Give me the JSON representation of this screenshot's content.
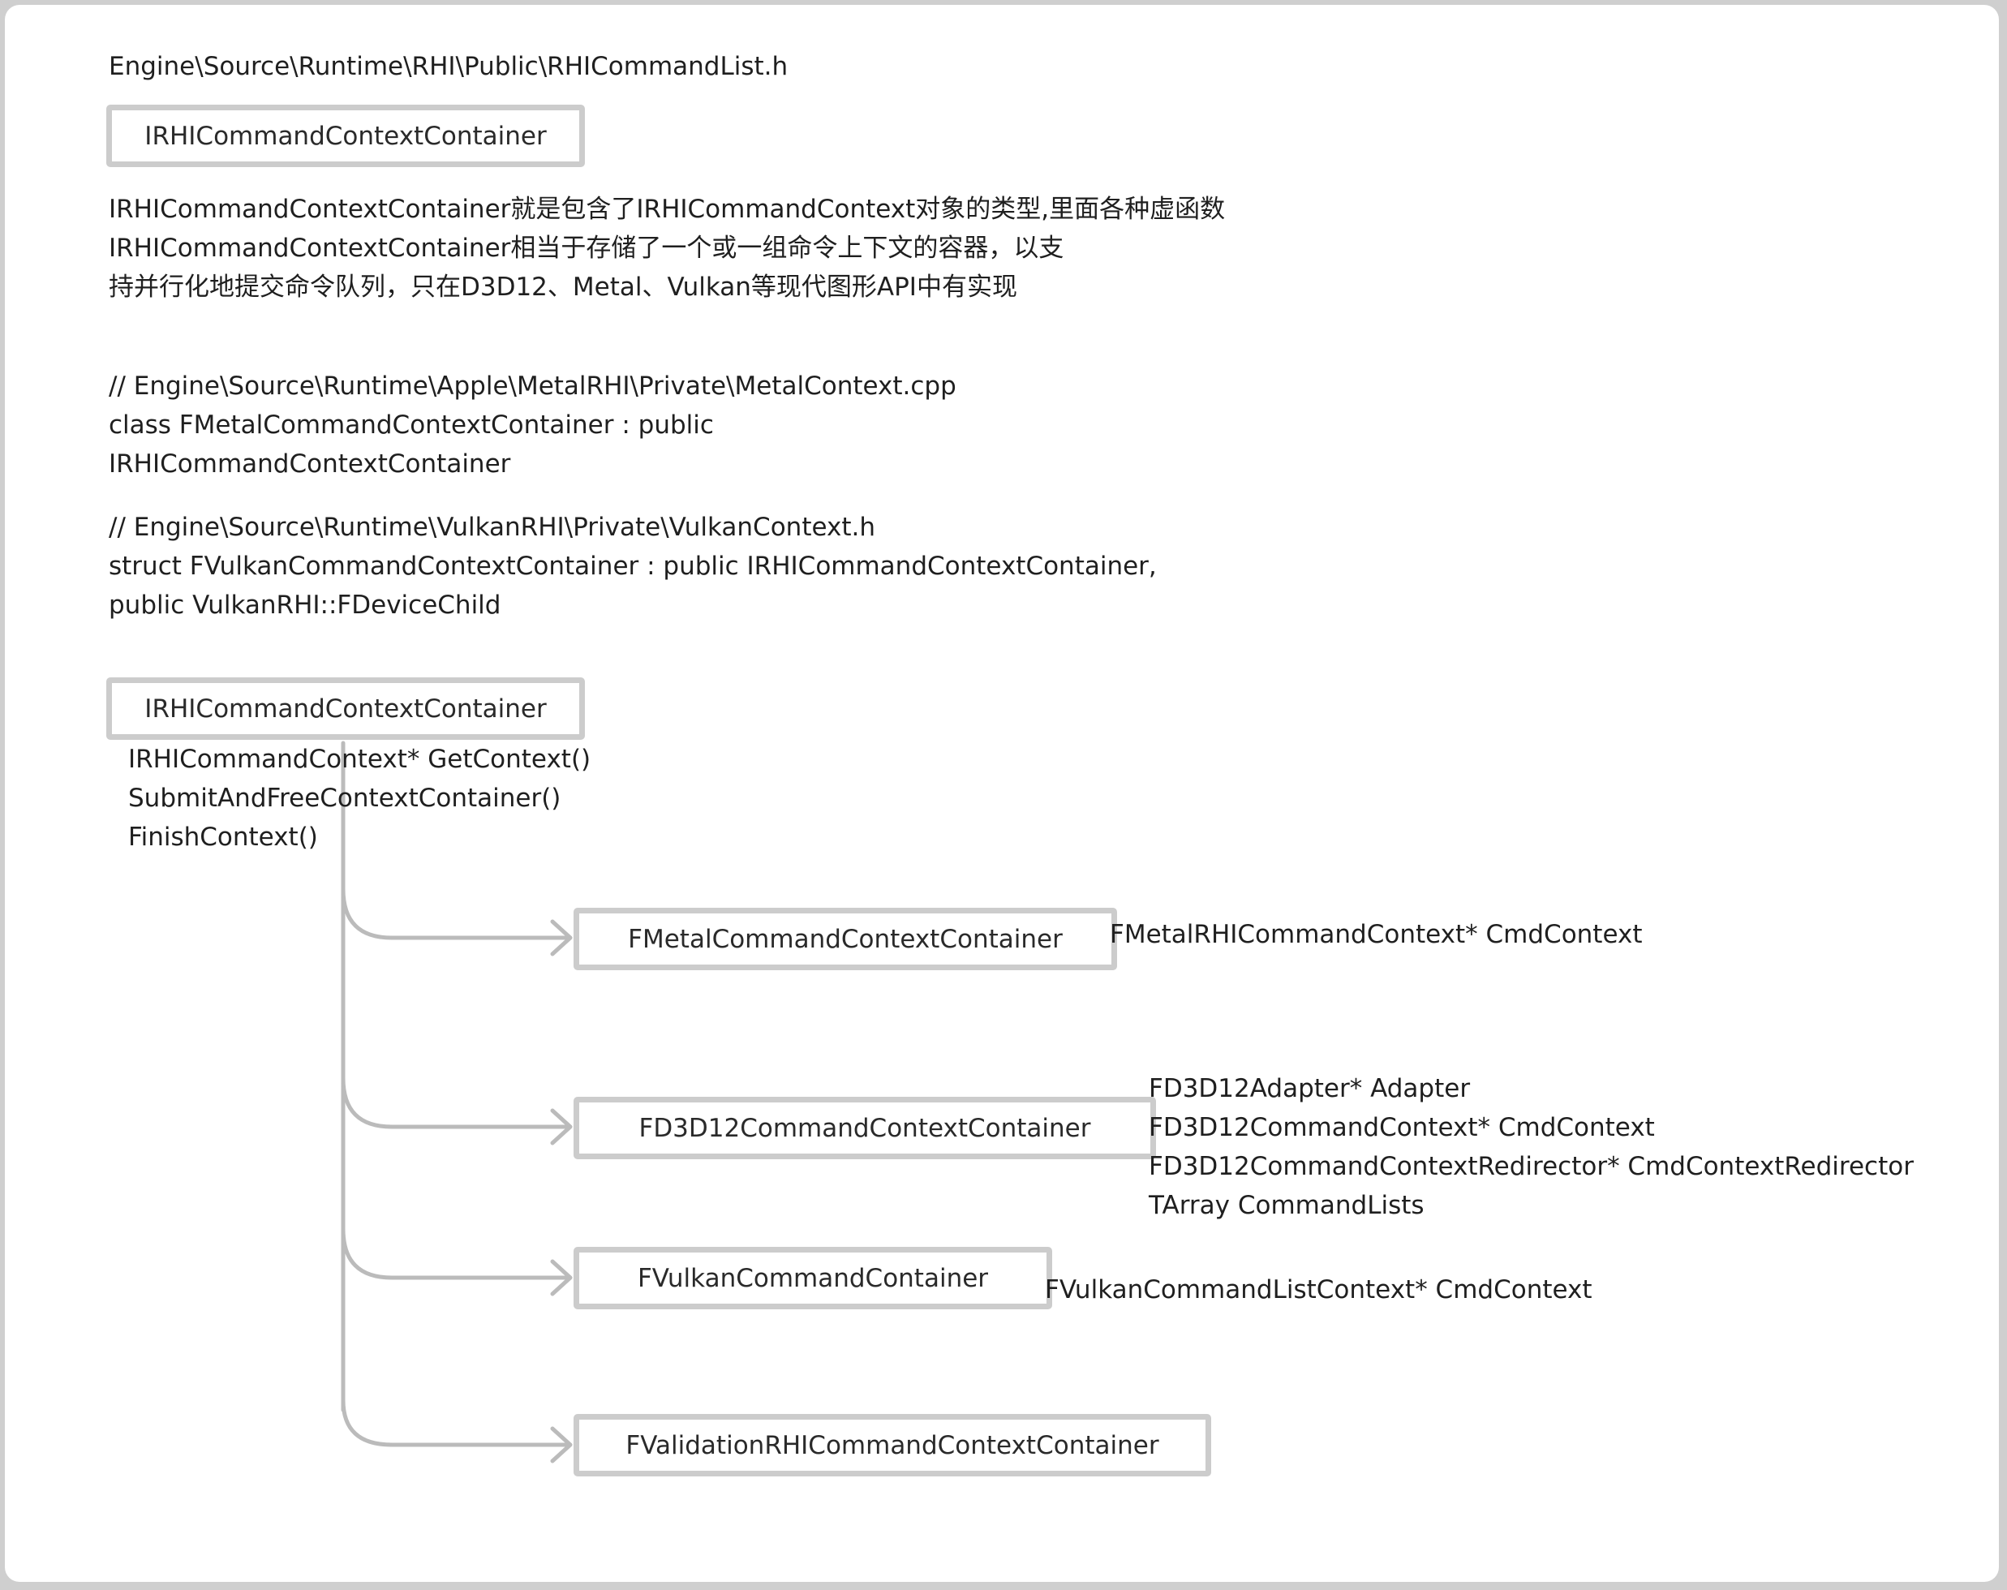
{
  "header": {
    "file_path": "Engine\\Source\\Runtime\\RHI\\Public\\RHICommandList.h",
    "top_class_box": "IRHICommandContextContainer"
  },
  "description": {
    "lines": [
      "IRHICommandContextContainer就是包含了IRHICommandContext对象的类型,里面各种虚函数",
      "IRHICommandContextContainer相当于存储了一个或一组命令上下文的容器，以支",
      "持并行化地提交命令队列，只在D3D12、Metal、Vulkan等现代图形API中有实现"
    ]
  },
  "code_metal": {
    "lines": [
      "// Engine\\Source\\Runtime\\Apple\\MetalRHI\\Private\\MetalContext.cpp",
      "class FMetalCommandContextContainer : public",
      "IRHICommandContextContainer"
    ]
  },
  "code_vulkan": {
    "lines": [
      "// Engine\\Source\\Runtime\\VulkanRHI\\Private\\VulkanContext.h",
      "struct FVulkanCommandContextContainer : public IRHICommandContextContainer,",
      "public VulkanRHI::FDeviceChild"
    ]
  },
  "diagram": {
    "base_class": {
      "name": "IRHICommandContextContainer",
      "methods": [
        "IRHICommandContext* GetContext()",
        "SubmitAndFreeContextContainer()",
        "FinishContext()"
      ]
    },
    "derived": [
      {
        "name": "FMetalCommandContextContainer",
        "members": [
          "FMetalRHICommandContext* CmdContext"
        ]
      },
      {
        "name": "FD3D12CommandContextContainer",
        "members": [
          "FD3D12Adapter* Adapter",
          "FD3D12CommandContext* CmdContext",
          "FD3D12CommandContextRedirector* CmdContextRedirector",
          "TArray CommandLists"
        ]
      },
      {
        "name": "FVulkanCommandContainer",
        "members": [
          "FVulkanCommandListContext* CmdContext"
        ]
      },
      {
        "name": "FValidationRHICommandContextContainer",
        "members": []
      }
    ]
  },
  "colors": {
    "background": "#ffffff",
    "frame": "#cfcfcf",
    "box_border": "#cccccc",
    "connector": "#bbbbbb",
    "text": "#1f1f1f"
  }
}
